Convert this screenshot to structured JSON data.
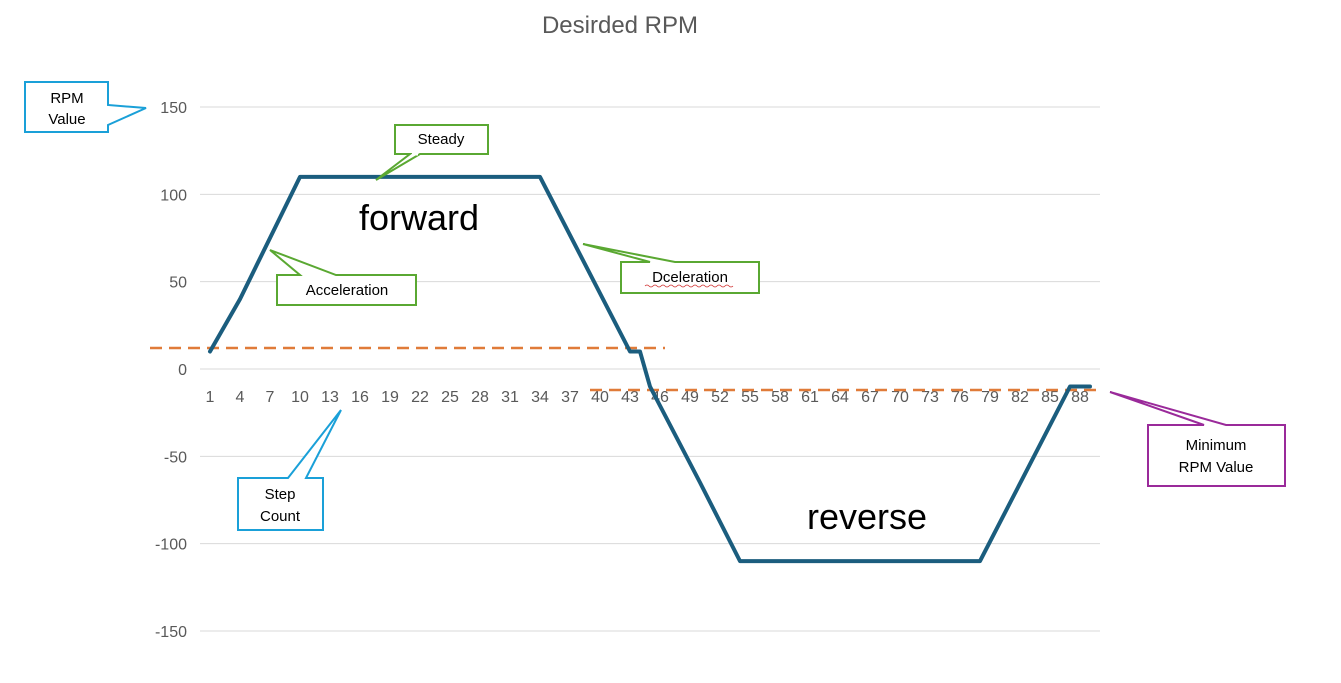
{
  "chart_data": {
    "type": "line",
    "title": "Desirded RPM",
    "xlabel": "",
    "ylabel": "",
    "ylim": [
      -150,
      150
    ],
    "y_ticks": [
      150,
      100,
      50,
      0,
      -50,
      -100,
      -150
    ],
    "x_tick_labels": [
      "1",
      "4",
      "7",
      "10",
      "13",
      "16",
      "19",
      "22",
      "25",
      "28",
      "31",
      "34",
      "37",
      "40",
      "43",
      "46",
      "49",
      "52",
      "55",
      "58",
      "61",
      "64",
      "67",
      "70",
      "73",
      "76",
      "79",
      "82",
      "85",
      "88"
    ],
    "grid": "horizontal",
    "series": [
      {
        "color": "#1b5d7e",
        "points": [
          [
            1,
            10
          ],
          [
            4,
            40
          ],
          [
            10,
            110
          ],
          [
            34,
            110
          ],
          [
            43,
            10
          ],
          [
            44,
            10
          ],
          [
            45,
            -10
          ],
          [
            50,
            -65
          ],
          [
            54,
            -110
          ],
          [
            78,
            -110
          ],
          [
            87,
            -10
          ],
          [
            89,
            -10
          ]
        ]
      }
    ],
    "reference_lines": [
      {
        "name": "upper-threshold",
        "y": 12,
        "x_from": -5,
        "x_to": 46.5,
        "color": "#e07b39",
        "style": "dashed"
      },
      {
        "name": "minimum-rpm",
        "y": -12,
        "x_from": 39,
        "x_to": 90,
        "color": "#e07b39",
        "style": "dashed"
      }
    ],
    "annotations": {
      "forward": "forward",
      "reverse": "reverse",
      "steady": "Steady",
      "acceleration": "Acceleration",
      "deceleration": "Dceleration",
      "rpm_value": [
        "RPM",
        "Value"
      ],
      "step_count": [
        "Step",
        "Count"
      ],
      "minimum_rpm": [
        "Minimum",
        "RPM Value"
      ]
    },
    "colors": {
      "grid": "#d9d9d9",
      "green": "#5aa832",
      "blue": "#1aa0d8",
      "purple": "#9a2a9a",
      "spellcheck": "#d03030"
    }
  }
}
